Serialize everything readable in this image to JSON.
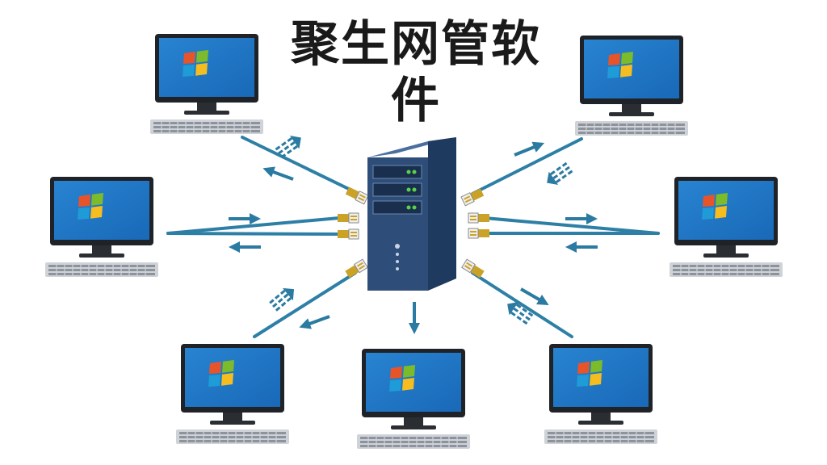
{
  "title": "聚生网管软件",
  "colors": {
    "cable": "#2d7fa6",
    "arrow": "#2a7aa2",
    "server_body": "#2e4d78",
    "server_side": "#1f3a5f",
    "screen": "#1f77c8",
    "monitor_frame": "#1f2328",
    "connector": "#c9a227",
    "led": "#5ad14a"
  },
  "icons": {
    "server": "server-tower-icon",
    "computer": "desktop-computer-icon",
    "os_logo": "windows-logo-icon",
    "data_flow": "data-packets-icon"
  },
  "nodes": {
    "server": "server",
    "computers": [
      "computer-top-left",
      "computer-top-right",
      "computer-middle-left",
      "computer-middle-right",
      "computer-bottom-left",
      "computer-bottom-center",
      "computer-bottom-right"
    ]
  }
}
